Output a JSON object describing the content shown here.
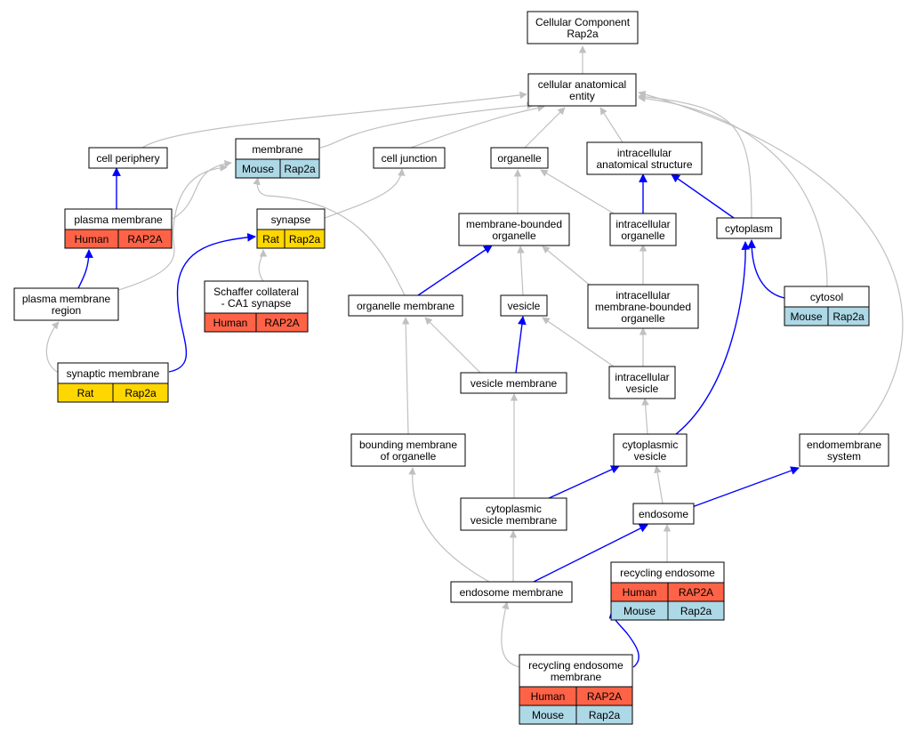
{
  "colors": {
    "Human": "#ff6347",
    "Mouse": "#add8e6",
    "Rat": "#ffd700",
    "node_border": "#000000",
    "edge_gray": "#c0c0c0",
    "edge_blue": "#0000ff"
  },
  "nodes": {
    "root": {
      "lines": [
        "Cellular Component",
        "Rap2a"
      ]
    },
    "cae": {
      "lines": [
        "cellular anatomical",
        "entity"
      ]
    },
    "periphery": {
      "lines": [
        "cell periphery"
      ]
    },
    "membrane": {
      "lines": [
        "membrane"
      ],
      "cells": [
        [
          {
            "species": "Mouse",
            "text": "Mouse"
          },
          {
            "species": "Mouse",
            "text": "Rap2a"
          }
        ]
      ]
    },
    "junction": {
      "lines": [
        "cell junction"
      ]
    },
    "organelle": {
      "lines": [
        "organelle"
      ]
    },
    "ias": {
      "lines": [
        "intracellular",
        "anatomical structure"
      ]
    },
    "pm": {
      "lines": [
        "plasma membrane"
      ],
      "cells": [
        [
          {
            "species": "Human",
            "text": "Human"
          },
          {
            "species": "Human",
            "text": "RAP2A"
          }
        ]
      ]
    },
    "synapse": {
      "lines": [
        "synapse"
      ],
      "cells": [
        [
          {
            "species": "Rat",
            "text": "Rat"
          },
          {
            "species": "Rat",
            "text": "Rap2a"
          }
        ]
      ]
    },
    "mbo": {
      "lines": [
        "membrane-bounded",
        "organelle"
      ]
    },
    "io": {
      "lines": [
        "intracellular",
        "organelle"
      ]
    },
    "cytoplasm": {
      "lines": [
        "cytoplasm"
      ]
    },
    "pmr": {
      "lines": [
        "plasma membrane",
        "region"
      ]
    },
    "schaffer": {
      "lines": [
        "Schaffer collateral",
        "- CA1 synapse"
      ],
      "cells": [
        [
          {
            "species": "Human",
            "text": "Human"
          },
          {
            "species": "Human",
            "text": "RAP2A"
          }
        ]
      ]
    },
    "om": {
      "lines": [
        "organelle membrane"
      ]
    },
    "vesicle": {
      "lines": [
        "vesicle"
      ]
    },
    "imbo": {
      "lines": [
        "intracellular",
        "membrane-bounded",
        "organelle"
      ]
    },
    "cytosol": {
      "lines": [
        "cytosol"
      ],
      "cells": [
        [
          {
            "species": "Mouse",
            "text": "Mouse"
          },
          {
            "species": "Mouse",
            "text": "Rap2a"
          }
        ]
      ]
    },
    "synmem": {
      "lines": [
        "synaptic membrane"
      ],
      "cells": [
        [
          {
            "species": "Rat",
            "text": "Rat"
          },
          {
            "species": "Rat",
            "text": "Rap2a"
          }
        ]
      ]
    },
    "vm": {
      "lines": [
        "vesicle membrane"
      ]
    },
    "iv": {
      "lines": [
        "intracellular",
        "vesicle"
      ]
    },
    "bmo": {
      "lines": [
        "bounding membrane",
        "of organelle"
      ]
    },
    "cv": {
      "lines": [
        "cytoplasmic",
        "vesicle"
      ]
    },
    "es": {
      "lines": [
        "endomembrane",
        "system"
      ]
    },
    "cvm": {
      "lines": [
        "cytoplasmic",
        "vesicle membrane"
      ]
    },
    "endosome": {
      "lines": [
        "endosome"
      ]
    },
    "re": {
      "lines": [
        "recycling endosome"
      ],
      "cells": [
        [
          {
            "species": "Human",
            "text": "Human"
          },
          {
            "species": "Human",
            "text": "RAP2A"
          }
        ],
        [
          {
            "species": "Mouse",
            "text": "Mouse"
          },
          {
            "species": "Mouse",
            "text": "Rap2a"
          }
        ]
      ]
    },
    "em": {
      "lines": [
        "endosome membrane"
      ]
    },
    "rem": {
      "lines": [
        "recycling endosome",
        "membrane"
      ],
      "cells": [
        [
          {
            "species": "Human",
            "text": "Human"
          },
          {
            "species": "Human",
            "text": "RAP2A"
          }
        ],
        [
          {
            "species": "Mouse",
            "text": "Mouse"
          },
          {
            "species": "Mouse",
            "text": "Rap2a"
          }
        ]
      ]
    }
  },
  "edges": [
    {
      "from": "cae",
      "to": "root",
      "kind": "is_a"
    },
    {
      "from": "periphery",
      "to": "cae",
      "kind": "is_a"
    },
    {
      "from": "membrane",
      "to": "cae",
      "kind": "is_a"
    },
    {
      "from": "junction",
      "to": "cae",
      "kind": "is_a"
    },
    {
      "from": "organelle",
      "to": "cae",
      "kind": "is_a"
    },
    {
      "from": "ias",
      "to": "cae",
      "kind": "is_a"
    },
    {
      "from": "cytoplasm",
      "to": "cae",
      "kind": "is_a"
    },
    {
      "from": "cytosol",
      "to": "cae",
      "kind": "is_a"
    },
    {
      "from": "es",
      "to": "cae",
      "kind": "is_a"
    },
    {
      "from": "pm",
      "to": "periphery",
      "kind": "part_of"
    },
    {
      "from": "pm",
      "to": "membrane",
      "kind": "is_a"
    },
    {
      "from": "pmr",
      "to": "membrane",
      "kind": "is_a"
    },
    {
      "from": "synapse",
      "to": "junction",
      "kind": "is_a"
    },
    {
      "from": "om",
      "to": "membrane",
      "kind": "is_a"
    },
    {
      "from": "mbo",
      "to": "organelle",
      "kind": "is_a"
    },
    {
      "from": "io",
      "to": "organelle",
      "kind": "is_a"
    },
    {
      "from": "io",
      "to": "ias",
      "kind": "part_of"
    },
    {
      "from": "cytoplasm",
      "to": "ias",
      "kind": "part_of"
    },
    {
      "from": "imbo",
      "to": "mbo",
      "kind": "is_a"
    },
    {
      "from": "imbo",
      "to": "io",
      "kind": "is_a"
    },
    {
      "from": "pmr",
      "to": "pm",
      "kind": "part_of"
    },
    {
      "from": "schaffer",
      "to": "synapse",
      "kind": "is_a"
    },
    {
      "from": "om",
      "to": "mbo",
      "kind": "part_of"
    },
    {
      "from": "vesicle",
      "to": "mbo",
      "kind": "is_a"
    },
    {
      "from": "cytosol",
      "to": "cytoplasm",
      "kind": "part_of"
    },
    {
      "from": "synmem",
      "to": "pmr",
      "kind": "is_a"
    },
    {
      "from": "synmem",
      "to": "synapse",
      "kind": "part_of"
    },
    {
      "from": "vm",
      "to": "vesicle",
      "kind": "part_of"
    },
    {
      "from": "vm",
      "to": "om",
      "kind": "is_a"
    },
    {
      "from": "iv",
      "to": "vesicle",
      "kind": "is_a"
    },
    {
      "from": "iv",
      "to": "imbo",
      "kind": "is_a"
    },
    {
      "from": "bmo",
      "to": "om",
      "kind": "is_a"
    },
    {
      "from": "cv",
      "to": "iv",
      "kind": "is_a"
    },
    {
      "from": "cv",
      "to": "cytoplasm",
      "kind": "part_of"
    },
    {
      "from": "es",
      "to": "cae",
      "kind": "is_a"
    },
    {
      "from": "cvm",
      "to": "vm",
      "kind": "is_a"
    },
    {
      "from": "cvm",
      "to": "cv",
      "kind": "part_of"
    },
    {
      "from": "endosome",
      "to": "cv",
      "kind": "is_a"
    },
    {
      "from": "endosome",
      "to": "es",
      "kind": "part_of"
    },
    {
      "from": "re",
      "to": "endosome",
      "kind": "is_a"
    },
    {
      "from": "em",
      "to": "cvm",
      "kind": "is_a"
    },
    {
      "from": "em",
      "to": "bmo",
      "kind": "is_a"
    },
    {
      "from": "em",
      "to": "endosome",
      "kind": "part_of"
    },
    {
      "from": "rem",
      "to": "em",
      "kind": "is_a"
    },
    {
      "from": "rem",
      "to": "re",
      "kind": "part_of"
    }
  ]
}
